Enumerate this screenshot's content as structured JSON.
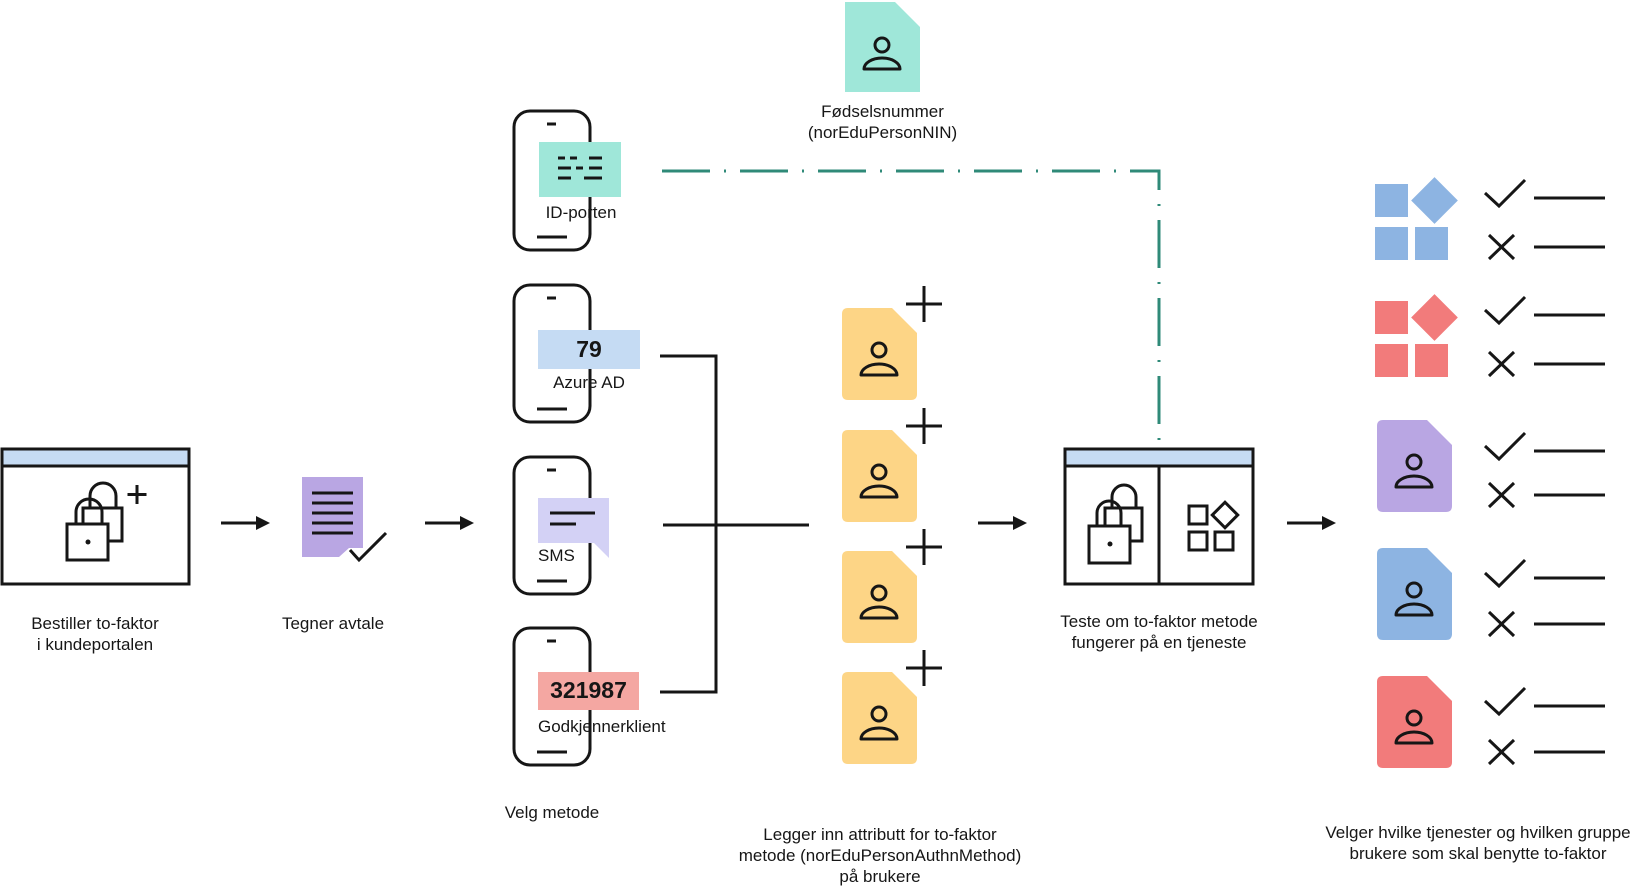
{
  "colors": {
    "ink": "#161616",
    "teal": "#9fe7d9",
    "teal_line": "#2f8a78",
    "azure": "#c5dbf3",
    "sms": "#d3d1f5",
    "code_red": "#f4a7a2",
    "purple": "#b9a6e3",
    "yellow": "#fdd586",
    "blue": "#8db4e2",
    "red": "#f27b7b",
    "window_bar": "#c5dbf3"
  },
  "steps": {
    "order": {
      "line1": "Bestiller to-faktor",
      "line2": "i kundeportalen"
    },
    "sign": {
      "line1": "Tegner avtale"
    },
    "choose": {
      "line1": "Velg metode"
    },
    "attribute": {
      "line1": "Legger inn attributt for to-faktor",
      "line2": "metode (norEduPersonAuthnMethod)",
      "line3": "på brukere"
    },
    "test": {
      "line1": "Teste om to-faktor metode",
      "line2": "fungerer på en tjeneste"
    },
    "select": {
      "line1": "Velger hvilke tjenester og hvilken gruppe",
      "line2": "brukere  som skal benytte to-faktor"
    }
  },
  "methods": {
    "idporten": {
      "label": "ID-porten"
    },
    "azure": {
      "code": "79",
      "label": "Azure AD"
    },
    "sms": {
      "label": "SMS"
    },
    "approver": {
      "code": "321987",
      "label": "Godkjennerklient"
    }
  },
  "fnr": {
    "line1": "Fødselsnummer",
    "line2": "(norEduPersonNIN)"
  },
  "icons": {
    "lock_plus": "lock-plus-icon",
    "document_check": "document-check-icon",
    "phone": "phone-icon",
    "user_document": "user-document-icon",
    "apps": "apps-icon",
    "check": "check-icon",
    "cross": "cross-icon",
    "plus": "plus-icon"
  }
}
